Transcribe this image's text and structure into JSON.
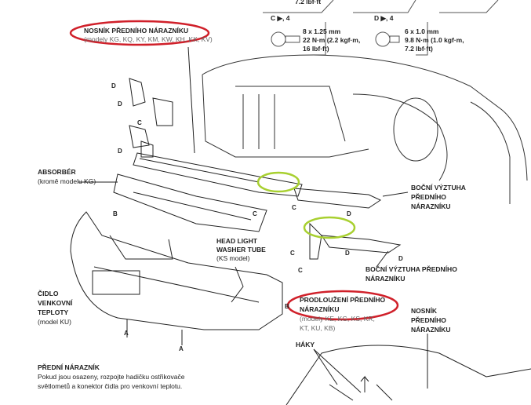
{
  "fasteners": {
    "top_partial": "7.2 lbf·ft",
    "c_label": "C ▶, 4",
    "c_size": "8 x 1.25 mm",
    "c_torque": "22 N·m (2.2 kgf·m,",
    "c_torque2": "16 lbf·ft)",
    "d_label": "D ▶, 4",
    "d_size": "6 x 1.0 mm",
    "d_torque": "9.8 N·m (1.0 kgf·m,",
    "d_torque2": "7.2 lbf·ft)"
  },
  "labels": {
    "beam_top": {
      "title": "NOSNÍK PŘEDNÍHO NÁRAZNÍKU",
      "note": "(modely KG, KQ, KY, KM, KW, KH, KK, KV)"
    },
    "absorber": {
      "title": "ABSORBÉR",
      "note": "(kromě modelu KG)"
    },
    "washer_tube": {
      "line1": "HEAD LIGHT",
      "line2": "WASHER TUBE",
      "note": "(KS model)"
    },
    "side_upper": {
      "line1": "BOČNÍ VÝZTUHA",
      "line2": "PŘEDNÍHO",
      "line3": "NÁRAZNÍKU"
    },
    "side_lower": {
      "line1": "BOČNÍ VÝZTUHA PŘEDNÍHO",
      "line2": "NÁRAZNÍKU"
    },
    "sensor": {
      "line1": "ČIDLO",
      "line2": "VENKOVNÍ",
      "line3": "TEPLOTY",
      "note": "(model KU)"
    },
    "extension": {
      "line1": "PRODLOUŽENÍ PŘEDNÍHO",
      "line2": "NÁRAZNÍKU",
      "note1": "(modely KE, KG, KS, KR,",
      "note2": "KT, KU, KB)"
    },
    "beam_right": {
      "line1": "NOSNÍK",
      "line2": "PŘEDNÍHO",
      "line3": "NÁRAZNÍKU"
    },
    "hooks": {
      "title": "HÁKY"
    },
    "bumper": {
      "title": "PŘEDNÍ NÁRAZNÍK",
      "note1": "Pokud jsou osazeny, rozpojte hadičku ostřikovače",
      "note2": "světlometů a konektor čidla pro venkovní teplotu."
    }
  },
  "markers": {
    "a": "A",
    "b": "B",
    "c": "C",
    "d": "D"
  },
  "colors": {
    "red_highlight": "#d0202a",
    "green_highlight": "#a8d030"
  }
}
